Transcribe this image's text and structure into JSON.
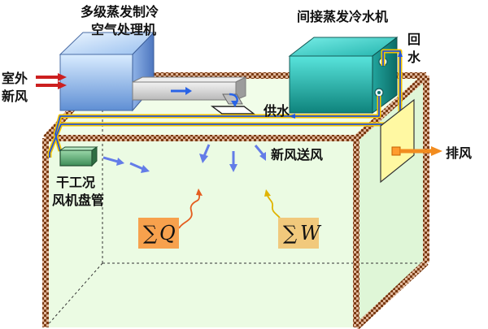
{
  "labels": {
    "ahu_line1": "多级蒸发制冷",
    "ahu_line2": "空气处理机",
    "chiller": "间接蒸发冷水机",
    "return_water_1": "回",
    "return_water_2": "水",
    "outdoor_line1": "室外",
    "outdoor_line2": "新风",
    "supply_water": "供水",
    "fcu_line1": "干工况",
    "fcu_line2": "风机盘管",
    "fresh_air_supply": "新风送风",
    "exhaust": "排风"
  },
  "symbols": {
    "sum_q_sigma": "∑",
    "sum_q_var": "Q",
    "sum_w_sigma": "∑",
    "sum_w_var": "W"
  },
  "colors": {
    "room_fill": "#eafbe3",
    "room_frame": "#7a3a14",
    "water_pipe": "#f4c400",
    "water_arrow": "#2456d8",
    "ahu_blue": "#8fb5e6",
    "chiller_teal": "#23b9b2",
    "outdoor_arrow": "#cc1f1f",
    "air_arrow": "#5f7de6",
    "heat_badge": "#f7a14d",
    "moisture_badge": "#f1c97c",
    "exhaust_arrow": "#f28c1f"
  }
}
